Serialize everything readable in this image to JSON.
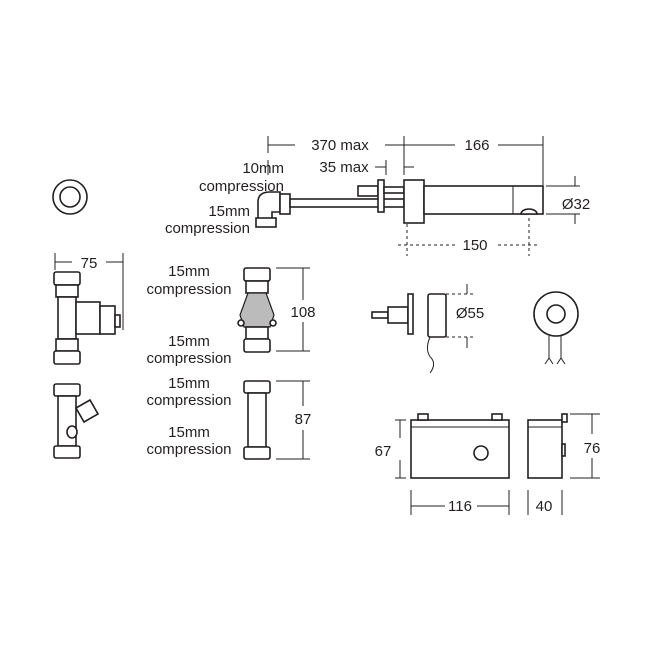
{
  "tap": {
    "dim_overall": "370 max",
    "dim_spout": "166",
    "dim_wall": "35 max",
    "inlet_10": [
      "10mm",
      "compression"
    ],
    "inlet_15": [
      "15mm",
      "compression"
    ],
    "dim_diameter": "Ø32",
    "dim_reach": "150"
  },
  "solenoid_valve": {
    "dim_width": "75"
  },
  "isolating_valve": {
    "top_label": [
      "15mm",
      "compression"
    ],
    "bottom_label": [
      "15mm",
      "compression"
    ],
    "dim_height": "108"
  },
  "strainer": {
    "top_label": [
      "15mm",
      "compression"
    ],
    "bottom_label": [
      "15mm",
      "compression"
    ],
    "dim_height": "87"
  },
  "sensor": {
    "dim_diameter": "Ø55"
  },
  "control_box": {
    "dim_height": "67",
    "dim_width": "116",
    "dim_depth": "40",
    "dim_height_side": "76"
  }
}
